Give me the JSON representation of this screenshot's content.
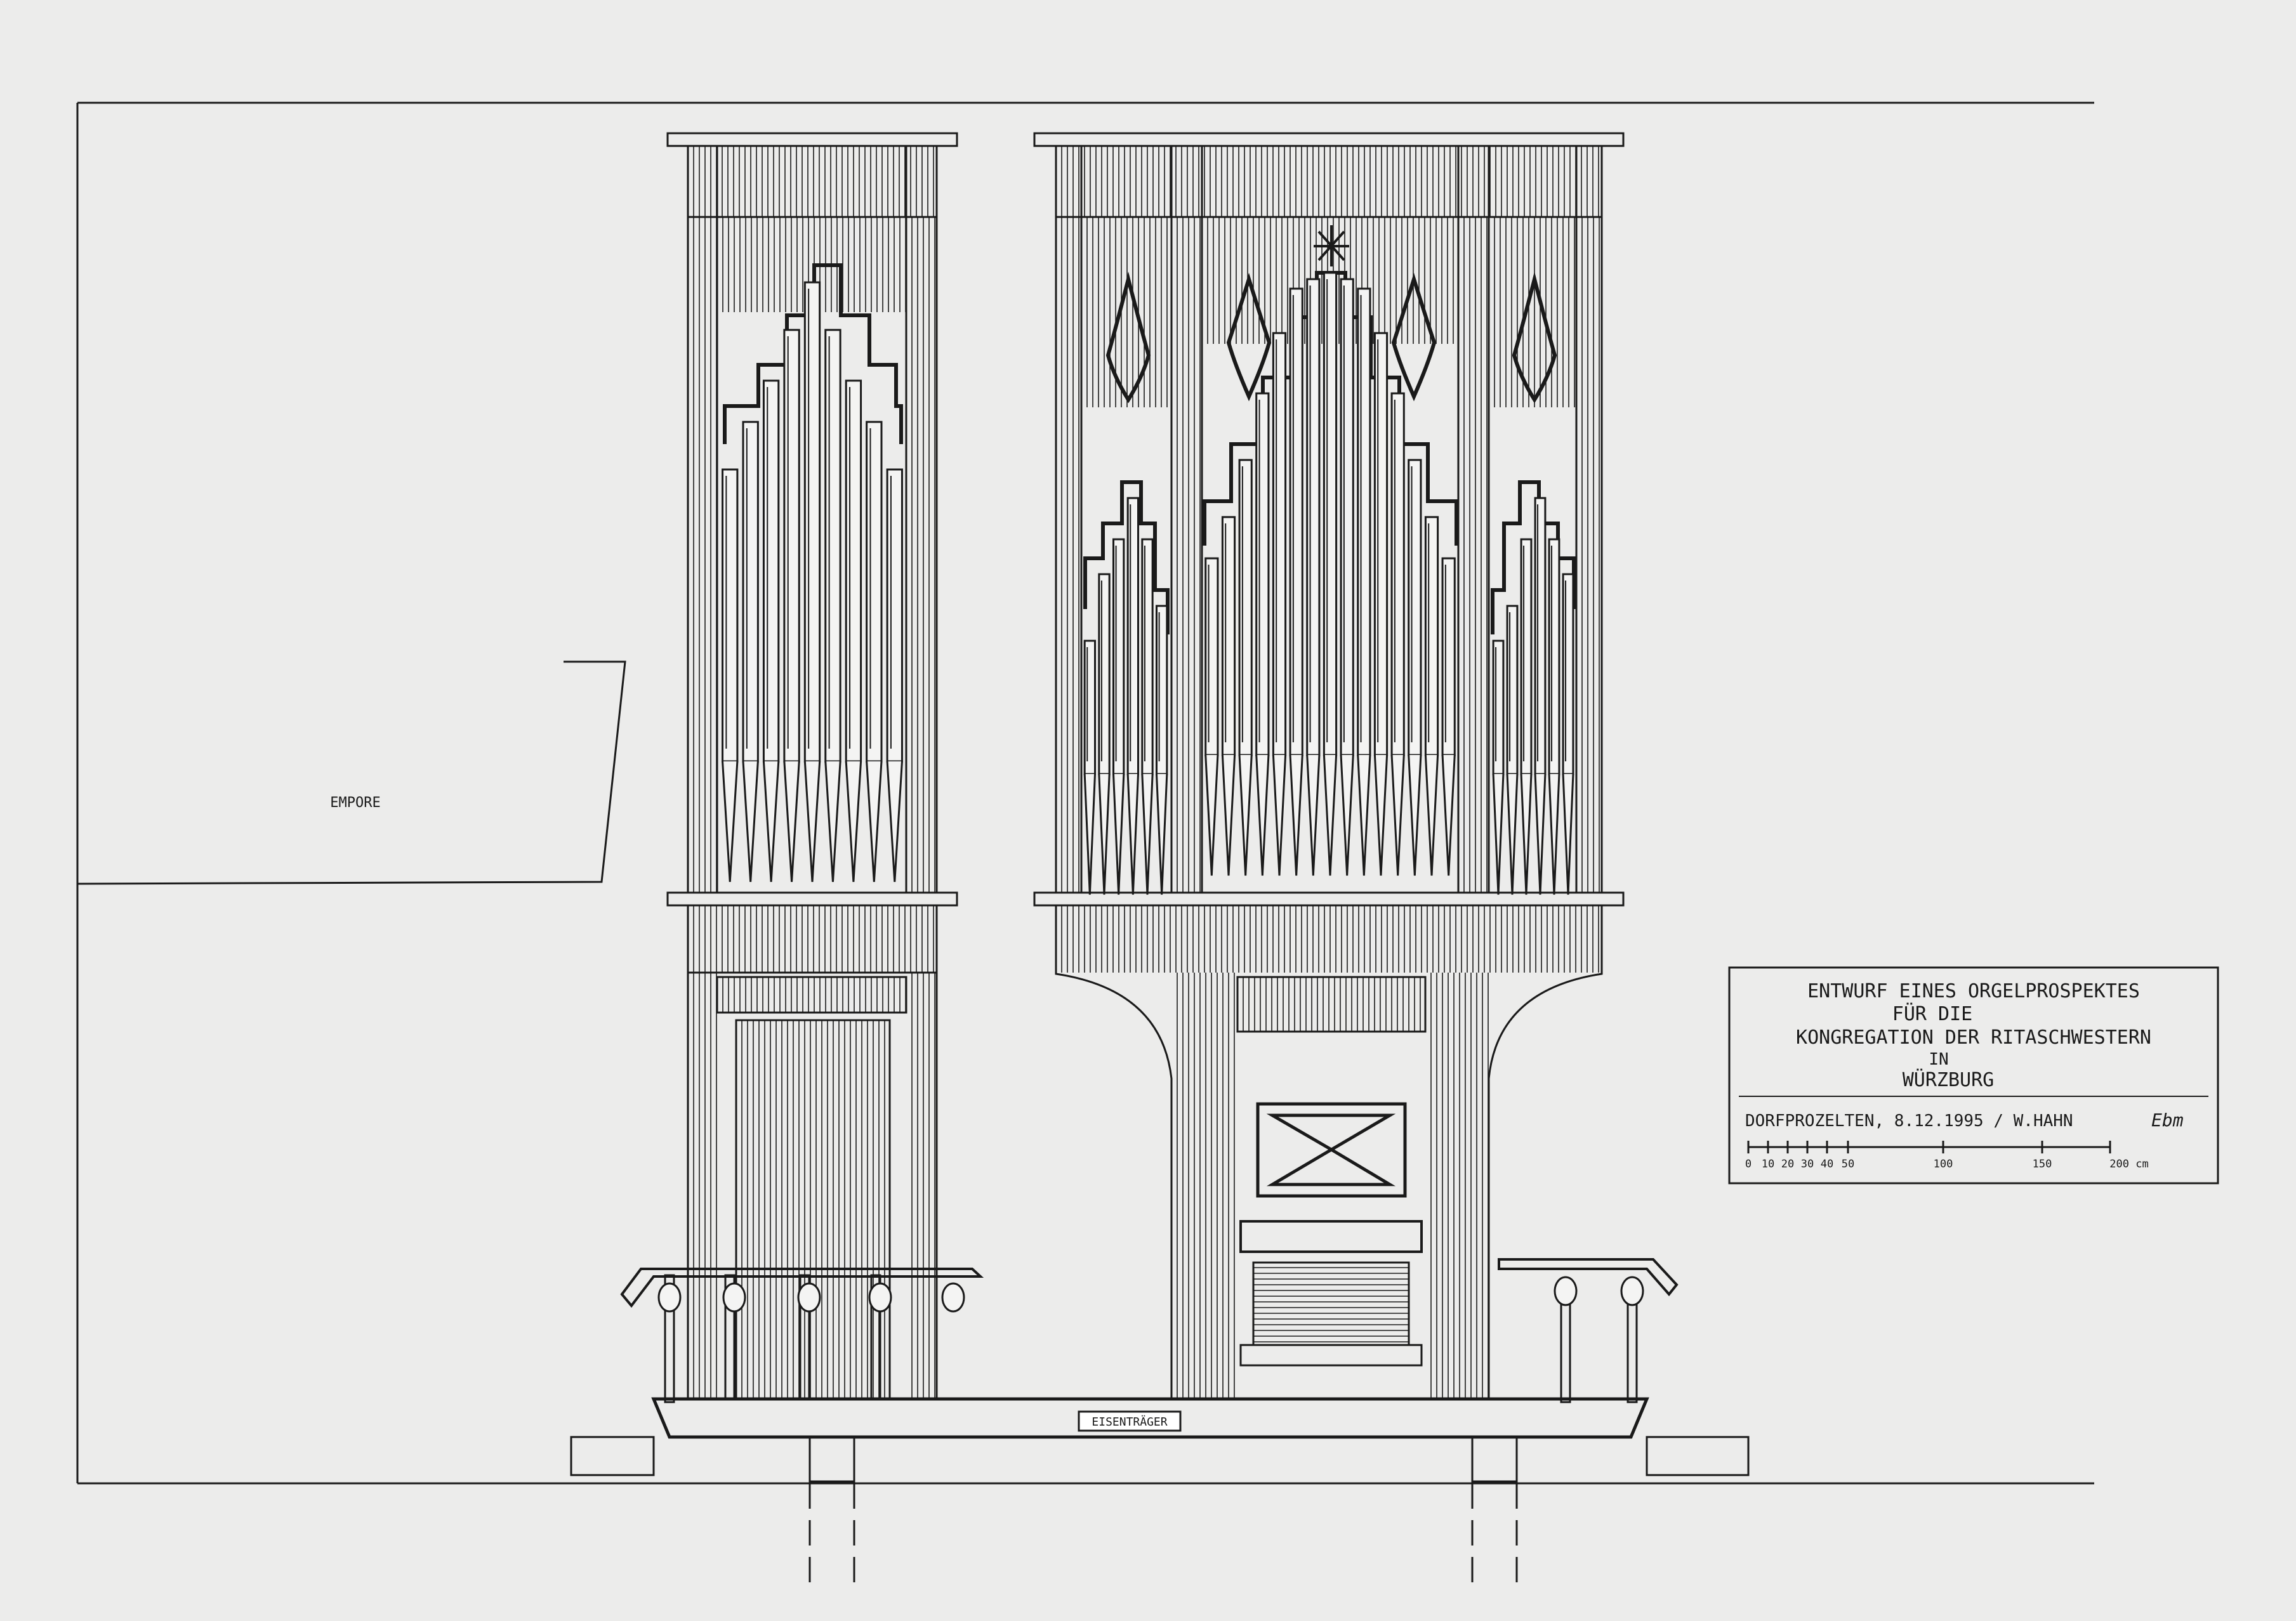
{
  "drawing": {
    "gallery_label": "EMPORE",
    "beam_label": "EISENTRÄGER"
  },
  "title_block": {
    "line1": "ENTWURF EINES ORGELPROSPEKTES",
    "line2": "FÜR DIE",
    "line3": "KONGREGATION DER RITASCHWESTERN",
    "line4": "IN",
    "line5": "WÜRZBURG",
    "signature": "DORFPROZELTEN, 8.12.1995 / W.HAHN",
    "signature_mark": "Ebm",
    "scale": {
      "ticks": [
        "0",
        "10",
        "20",
        "30",
        "40",
        "50",
        "100",
        "150",
        "200 cm"
      ]
    }
  },
  "colors": {
    "paper": "#ececeb",
    "ink": "#1a1a1a"
  }
}
